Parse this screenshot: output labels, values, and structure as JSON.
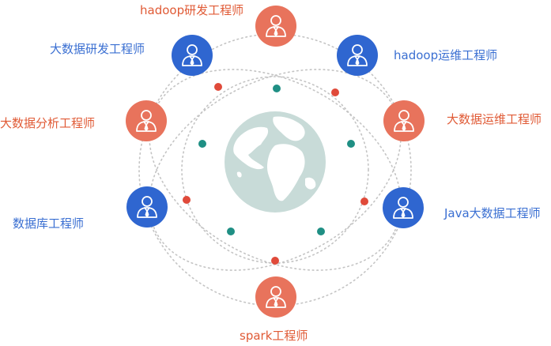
{
  "colors": {
    "orange": "#e8735c",
    "blue": "#2f66d0",
    "orange_text": "#e05a35",
    "blue_text": "#3a6fd2",
    "globe": "#c8dbd8",
    "globe_land": "#ffffff",
    "dot_red": "#e04a3a",
    "dot_teal": "#1f8f84",
    "ring": "#c4c4c4"
  },
  "globe_icon": "globe-icon",
  "person_icon": "businessman-icon",
  "roles": [
    {
      "id": "hadoop-dev",
      "label": "hadoop研发工程师",
      "color": "orange"
    },
    {
      "id": "hadoop-ops",
      "label": "hadoop运维工程师",
      "color": "blue"
    },
    {
      "id": "bigdata-ops",
      "label": "大数据运维工程师",
      "color": "orange"
    },
    {
      "id": "java-bigdata",
      "label": "Java大数据工程师",
      "color": "blue"
    },
    {
      "id": "spark",
      "label": "spark工程师",
      "color": "orange"
    },
    {
      "id": "database",
      "label": "数据库工程师",
      "color": "blue"
    },
    {
      "id": "bigdata-analyst",
      "label": "大数据分析工程师",
      "color": "orange"
    },
    {
      "id": "bigdata-dev",
      "label": "大数据研发工程师",
      "color": "blue"
    }
  ]
}
